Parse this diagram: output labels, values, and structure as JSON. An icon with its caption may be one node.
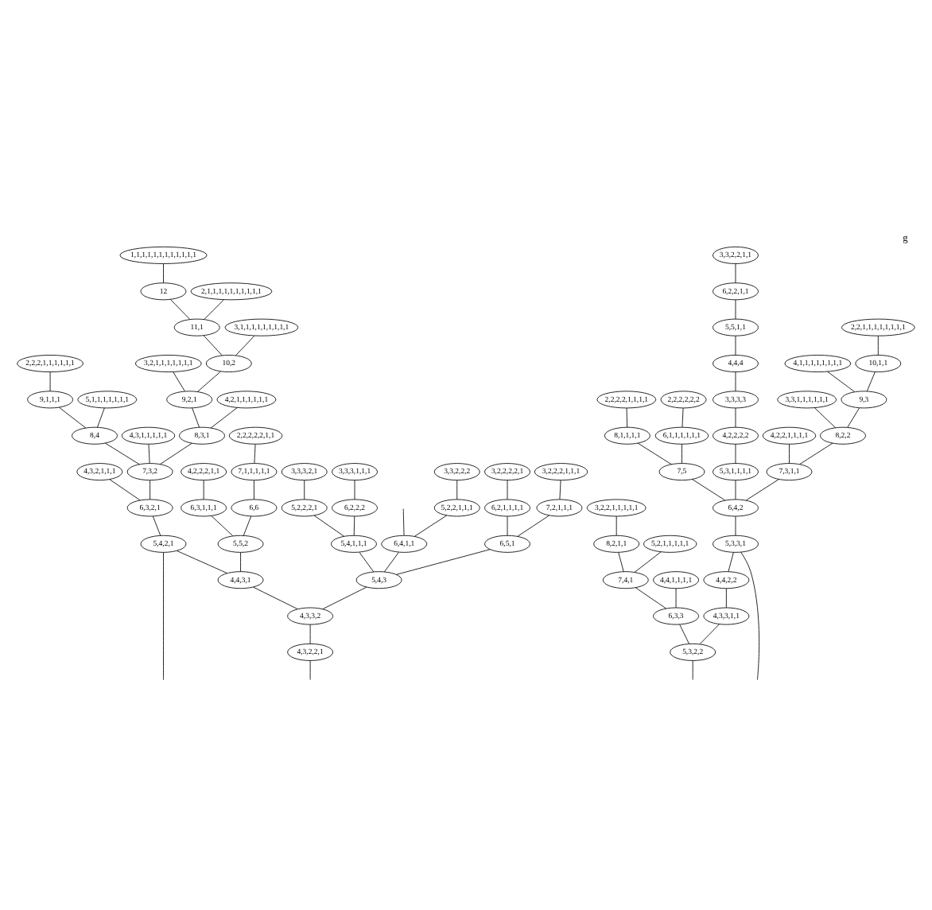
{
  "diagram": {
    "title": "g",
    "nodes": [
      {
        "text": [
          "1,1,1,1,1,1,1,1,1,1,1,1"
        ]
      },
      {
        "text": [
          "3,3,2,2,1,1"
        ]
      },
      {
        "text": [
          "2,1,1,1,1,1,1,1,1,1,1"
        ]
      },
      {
        "text": [
          "12"
        ]
      },
      {
        "text": [
          "6,2,2,1,1"
        ]
      },
      {
        "text": [
          "3,1,1,1,1,1,1,1,1,1"
        ]
      },
      {
        "text": [
          "11,1"
        ]
      },
      {
        "text": [
          "5,5,1,1"
        ]
      },
      {
        "text": [
          "2,2,1,1,1,1,1,1,1,1"
        ]
      },
      {
        "text": [
          "2,2,2,1,1,1,1,1,1"
        ]
      },
      {
        "text": [
          "3,2,1,1,1,1,1,1,1"
        ]
      },
      {
        "text": [
          "10,2"
        ]
      },
      {
        "text": [
          "4,4,4"
        ]
      },
      {
        "text": [
          "4,1,1,1,1,1,1,1,1"
        ]
      },
      {
        "text": [
          "10,1,1"
        ]
      },
      {
        "text": [
          "9,1,1,1"
        ]
      },
      {
        "text": [
          "5,1,1,1,1,1,1,1"
        ]
      },
      {
        "text": [
          "4,2,1,1,1,1,1,1"
        ]
      },
      {
        "text": [
          "9,2,1"
        ]
      },
      {
        "text": [
          "2,2,2,2,1,1,1,1"
        ]
      },
      {
        "text": [
          "2,2,2,2,2,2"
        ]
      },
      {
        "text": [
          "3,3,3,3"
        ]
      },
      {
        "text": [
          "3,3,1,1,1,1,1,1"
        ]
      },
      {
        "text": [
          "9,3"
        ]
      },
      {
        "text": [
          "2,2,2,2,2,1,1"
        ]
      },
      {
        "text": [
          "8,4"
        ]
      },
      {
        "text": [
          "4,3,1,1,1,1,1"
        ]
      },
      {
        "text": [
          "8,3,1"
        ]
      },
      {
        "text": [
          "8,1,1,1,1"
        ]
      },
      {
        "text": [
          "6,1,1,1,1,1,1"
        ]
      },
      {
        "text": [
          "4,2,2,2,2"
        ]
      },
      {
        "text": [
          "4,2,2,1,1,1,1"
        ]
      },
      {
        "text": [
          "8,2,2"
        ]
      },
      {
        "text": [
          "3,3,2,2,2"
        ]
      },
      {
        "text": [
          "3,2,2,2,1,1,1"
        ]
      },
      {
        "text": [
          "3,2,2,2,2,1"
        ]
      },
      {
        "text": [
          "3,3,3,1,1,1"
        ]
      },
      {
        "text": [
          "3,3,3,2,1"
        ]
      },
      {
        "text": [
          "7,1,1,1,1,1"
        ]
      },
      {
        "text": [
          "4,2,2,2,1,1"
        ]
      },
      {
        "text": [
          "4,3,2,1,1,1"
        ]
      },
      {
        "text": [
          "7,3,2"
        ]
      },
      {
        "text": [
          "7,5"
        ]
      },
      {
        "text": [
          "5,3,1,1,1,1"
        ]
      },
      {
        "text": [
          "7,3,1,1"
        ]
      },
      {
        "text": [
          "5,2,2,1,1,1"
        ]
      },
      {
        "text": [
          "7,2,1,1,1"
        ]
      },
      {
        "text": [
          "6,2,1,1,1,1"
        ]
      },
      {
        "text": [
          "6,2,2,2"
        ]
      },
      {
        "text": [
          "5,2,2,2,1"
        ]
      },
      {
        "text": [
          "6,6"
        ]
      },
      {
        "text": [
          "6,3,1,1,1"
        ]
      },
      {
        "text": [
          "6,3,2,1"
        ]
      },
      {
        "text": [
          "3,2,2,1,1,1,1,1"
        ]
      },
      {
        "text": [
          "6,4,2"
        ]
      },
      {
        "text": [
          "6,4,1,1"
        ]
      },
      {
        "text": [
          "6,5,1"
        ]
      },
      {
        "text": [
          "5,4,1,1,1"
        ]
      },
      {
        "text": [
          "5,5,2"
        ]
      },
      {
        "text": [
          "5,4,2,1"
        ]
      },
      {
        "text": [
          "8,2,1,1"
        ]
      },
      {
        "text": [
          "5,2,1,1,1,1,1"
        ]
      },
      {
        "text": [
          "5,3,3,1"
        ]
      },
      {
        "text": [
          "5,4,3"
        ]
      },
      {
        "text": [
          "4,4,3,1"
        ]
      },
      {
        "text": [
          "7,4,1"
        ]
      },
      {
        "text": [
          "4,4,1,1,1,1"
        ]
      },
      {
        "text": [
          "4,4,2,2"
        ]
      },
      {
        "text": [
          "4,3,3,2"
        ]
      },
      {
        "text": [
          "6,3,3"
        ]
      },
      {
        "text": [
          "4,3,3,1,1"
        ]
      },
      {
        "text": [
          "4,3,2,2,1"
        ]
      },
      {
        "text": [
          "5,3,2,2"
        ]
      }
    ],
    "edges": [
      {
        "from": 0,
        "to": 3,
        "arrow": "none"
      },
      {
        "from": 2,
        "to": 6,
        "arrow": "none"
      },
      {
        "from": 3,
        "to": 6,
        "arrow": "none"
      },
      {
        "from": 5,
        "to": 11,
        "arrow": "none"
      },
      {
        "from": 6,
        "to": 11,
        "arrow": "none"
      },
      {
        "from": 10,
        "to": 18,
        "arrow": "none"
      },
      {
        "from": 11,
        "to": 18,
        "arrow": "none"
      },
      {
        "from": 9,
        "to": 15,
        "arrow": "none"
      },
      {
        "from": 15,
        "to": 25,
        "arrow": "none"
      },
      {
        "from": 16,
        "to": 25,
        "arrow": "none"
      },
      {
        "from": 17,
        "to": 27,
        "arrow": "none"
      },
      {
        "from": 18,
        "to": 27,
        "arrow": "none"
      },
      {
        "from": 25,
        "to": 41,
        "arrow": "none"
      },
      {
        "from": 26,
        "to": 41,
        "arrow": "none"
      },
      {
        "from": 27,
        "to": 41,
        "arrow": "none"
      },
      {
        "from": 40,
        "to": 52,
        "arrow": "none"
      },
      {
        "from": 41,
        "to": 52,
        "arrow": "none"
      },
      {
        "from": 52,
        "to": 59,
        "arrow": "none"
      },
      {
        "from": 24,
        "to": 38,
        "arrow": "none"
      },
      {
        "from": 38,
        "to": 50,
        "arrow": "none"
      },
      {
        "from": 39,
        "to": 51,
        "arrow": "none"
      },
      {
        "from": 50,
        "to": 58,
        "arrow": "none"
      },
      {
        "from": 51,
        "to": 58,
        "arrow": "none"
      },
      {
        "from": 58,
        "to": 64,
        "arrow": "none"
      },
      {
        "from": 59,
        "to": 64,
        "arrow": "none"
      },
      {
        "from": 64,
        "to": 68,
        "arrow": "none"
      },
      {
        "from": 63,
        "to": 68,
        "arrow": "none"
      },
      {
        "from": 68,
        "to": 71,
        "arrow": "none"
      },
      {
        "from": 71,
        "to": null,
        "arrow": "none"
      },
      {
        "from": null,
        "to": 59,
        "arrow": "none"
      },
      {
        "from": 33,
        "to": 45,
        "arrow": "none"
      },
      {
        "from": 45,
        "to": 55,
        "arrow": "none"
      },
      {
        "from": null,
        "to": 55,
        "arrow": "none"
      },
      {
        "from": 34,
        "to": 46,
        "arrow": "none"
      },
      {
        "from": 35,
        "to": 47,
        "arrow": "none"
      },
      {
        "from": 46,
        "to": 56,
        "arrow": "none"
      },
      {
        "from": 47,
        "to": 56,
        "arrow": "none"
      },
      {
        "from": 36,
        "to": 48,
        "arrow": "none"
      },
      {
        "from": 37,
        "to": 49,
        "arrow": "none"
      },
      {
        "from": 48,
        "to": 57,
        "arrow": "none"
      },
      {
        "from": 49,
        "to": 57,
        "arrow": "none"
      },
      {
        "from": 55,
        "to": 63,
        "arrow": "none"
      },
      {
        "from": 56,
        "to": 63,
        "arrow": "none"
      },
      {
        "from": 57,
        "to": 63,
        "arrow": "none"
      },
      {
        "from": 1,
        "to": 4,
        "arrow": "none"
      },
      {
        "from": 4,
        "to": 7,
        "arrow": "none"
      },
      {
        "from": 7,
        "to": 12,
        "arrow": "none"
      },
      {
        "from": 12,
        "to": 21,
        "arrow": "none"
      },
      {
        "from": 21,
        "to": 30,
        "arrow": "none"
      },
      {
        "from": 30,
        "to": 43,
        "arrow": "none"
      },
      {
        "from": 43,
        "to": 54,
        "arrow": "none"
      },
      {
        "from": 8,
        "to": 14,
        "arrow": "none"
      },
      {
        "from": 14,
        "to": 23,
        "arrow": "none"
      },
      {
        "from": 13,
        "to": 23,
        "arrow": "none"
      },
      {
        "from": 22,
        "to": 32,
        "arrow": "none"
      },
      {
        "from": 23,
        "to": 32,
        "arrow": "none"
      },
      {
        "from": 31,
        "to": 44,
        "arrow": "none"
      },
      {
        "from": 32,
        "to": 44,
        "arrow": "none"
      },
      {
        "from": 19,
        "to": 28,
        "arrow": "none"
      },
      {
        "from": 20,
        "to": 29,
        "arrow": "none"
      },
      {
        "from": 28,
        "to": 42,
        "arrow": "none"
      },
      {
        "from": 29,
        "to": 42,
        "arrow": "none"
      },
      {
        "from": 42,
        "to": 54,
        "arrow": "none"
      },
      {
        "from": 44,
        "to": 54,
        "arrow": "none"
      },
      {
        "from": 54,
        "to": 62,
        "arrow": "none"
      },
      {
        "from": 53,
        "to": 60,
        "arrow": "none"
      },
      {
        "from": 60,
        "to": 65,
        "arrow": "none"
      },
      {
        "from": 61,
        "to": 65,
        "arrow": "none"
      },
      {
        "from": 65,
        "to": 69,
        "arrow": "none"
      },
      {
        "from": 66,
        "to": 69,
        "arrow": "none"
      },
      {
        "from": 62,
        "to": 67,
        "arrow": "none"
      },
      {
        "from": 67,
        "to": 70,
        "arrow": "none"
      },
      {
        "from": 70,
        "to": 72,
        "arrow": "none"
      },
      {
        "from": 69,
        "to": 72,
        "arrow": "none"
      },
      {
        "from": 72,
        "to": null,
        "arrow": "none"
      },
      {
        "from": null,
        "to": 62,
        "arrow": "none"
      }
    ]
  }
}
